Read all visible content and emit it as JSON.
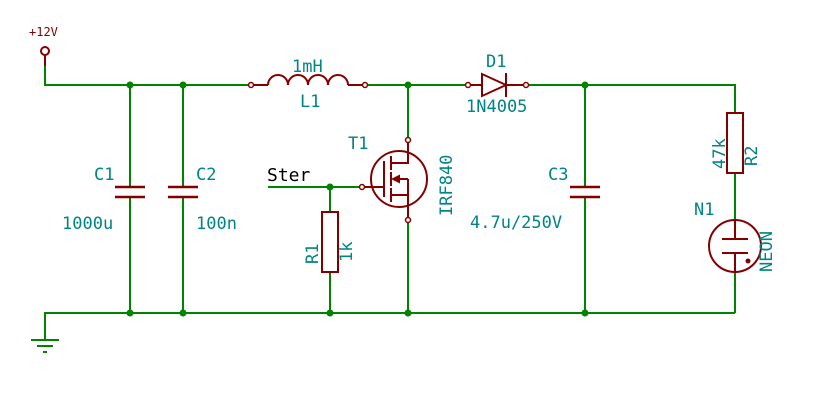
{
  "colors": {
    "wire": "#008400",
    "component": "#840000",
    "label": "#008484",
    "net_label": "#000000",
    "background": "#ffffff"
  },
  "power": {
    "vcc": "+12V"
  },
  "net_labels": {
    "ster": "Ster"
  },
  "components": {
    "C1": {
      "ref": "C1",
      "value": "1000u",
      "type": "capacitor"
    },
    "C2": {
      "ref": "C2",
      "value": "100n",
      "type": "capacitor"
    },
    "L1": {
      "ref": "L1",
      "value": "1mH",
      "type": "inductor"
    },
    "T1": {
      "ref": "T1",
      "value": "IRF840",
      "type": "n-mosfet"
    },
    "R1": {
      "ref": "R1",
      "value": "1k",
      "type": "resistor"
    },
    "D1": {
      "ref": "D1",
      "value": "1N4005",
      "type": "diode"
    },
    "C3": {
      "ref": "C3",
      "value": "4.7u/250V",
      "type": "capacitor"
    },
    "R2": {
      "ref": "R2",
      "value": "47k",
      "type": "resistor"
    },
    "N1": {
      "ref": "N1",
      "value": "NEON",
      "type": "neon-lamp"
    }
  }
}
